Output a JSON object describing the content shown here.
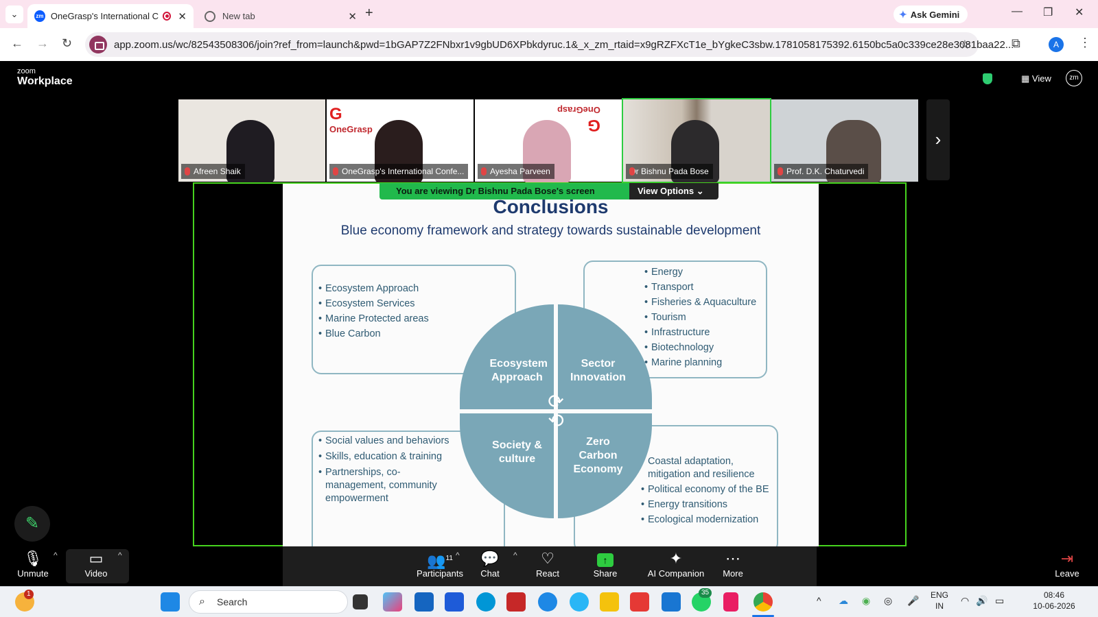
{
  "browser": {
    "tabs": [
      {
        "title": "OneGrasp's International C",
        "favicon": "zoom-icon",
        "active": true
      },
      {
        "title": "New tab",
        "favicon": "globe-icon",
        "active": false
      }
    ],
    "ask_gemini": "Ask Gemini",
    "url": "app.zoom.us/wc/82543508306/join?ref_from=launch&pwd=1bGAP7Z2FNbxr1v9gbUD6XPbkdyruc.1&_x_zm_rtaid=x9gRZFXcT1e_bYgkeC3sbw.1781058175392.6150bc5a0c339ce28e3081baa22...",
    "profile_initial": "A"
  },
  "zoom": {
    "brand_small": "zoom",
    "brand_big": "Workplace",
    "view_label": "View",
    "avatar_label": "zm"
  },
  "participants": [
    {
      "name": "Afreen Shaik",
      "bg": "#eae6e0",
      "person": "#1f1c22",
      "logo": ""
    },
    {
      "name": "OneGrasp's International Confe...",
      "bg": "#ffffff",
      "person": "#2a1d1d",
      "logo": "OneGrasp"
    },
    {
      "name": "Ayesha Parveen",
      "bg": "#ffffff",
      "person": "#d9a6b4",
      "logo": "OneGrasp"
    },
    {
      "name": "Dr Bishnu Pada Bose",
      "bg": "#d8d3cc",
      "person": "#2c2a2c",
      "logo": ""
    },
    {
      "name": "Prof. D.K. Chaturvedi",
      "bg": "#cfd3d6",
      "person": "#5a4e48",
      "logo": ""
    }
  ],
  "banner": {
    "viewing": "You are viewing  Dr Bishnu Pada Bose's screen",
    "view_options": "View Options"
  },
  "slide": {
    "title": "Conclusions",
    "subtitle": "Blue economy framework and strategy towards sustainable development",
    "top_left": [
      "Ecosystem Approach",
      "Ecosystem Services",
      "Marine Protected areas",
      "Blue Carbon"
    ],
    "top_right": [
      "Energy",
      "Transport",
      "Fisheries & Aquaculture",
      "Tourism",
      "Infrastructure",
      "Biotechnology",
      "Marine planning"
    ],
    "bottom_left": [
      "Social values and behaviors",
      "Skills, education & training",
      "Partnerships, co-management, community empowerment"
    ],
    "bottom_right": [
      "Coastal adaptation, mitigation and resilience",
      "Political economy of the BE",
      "Energy transitions",
      "Ecological modernization"
    ],
    "quadrants": [
      "Ecosystem Approach",
      "Sector Innovation",
      "Society & culture",
      "Zero Carbon Economy"
    ]
  },
  "toolbar": {
    "unmute": "Unmute",
    "video": "Video",
    "participants": "Participants",
    "participants_count": "11",
    "chat": "Chat",
    "react": "React",
    "share": "Share",
    "ai_companion": "AI Companion",
    "more": "More",
    "leave": "Leave"
  },
  "taskbar": {
    "search": "Search",
    "lang1": "ENG",
    "lang2": "IN",
    "time": "08:46",
    "date": "10-06-2026",
    "weather_badge": "1",
    "whatsapp_badge": "35"
  }
}
